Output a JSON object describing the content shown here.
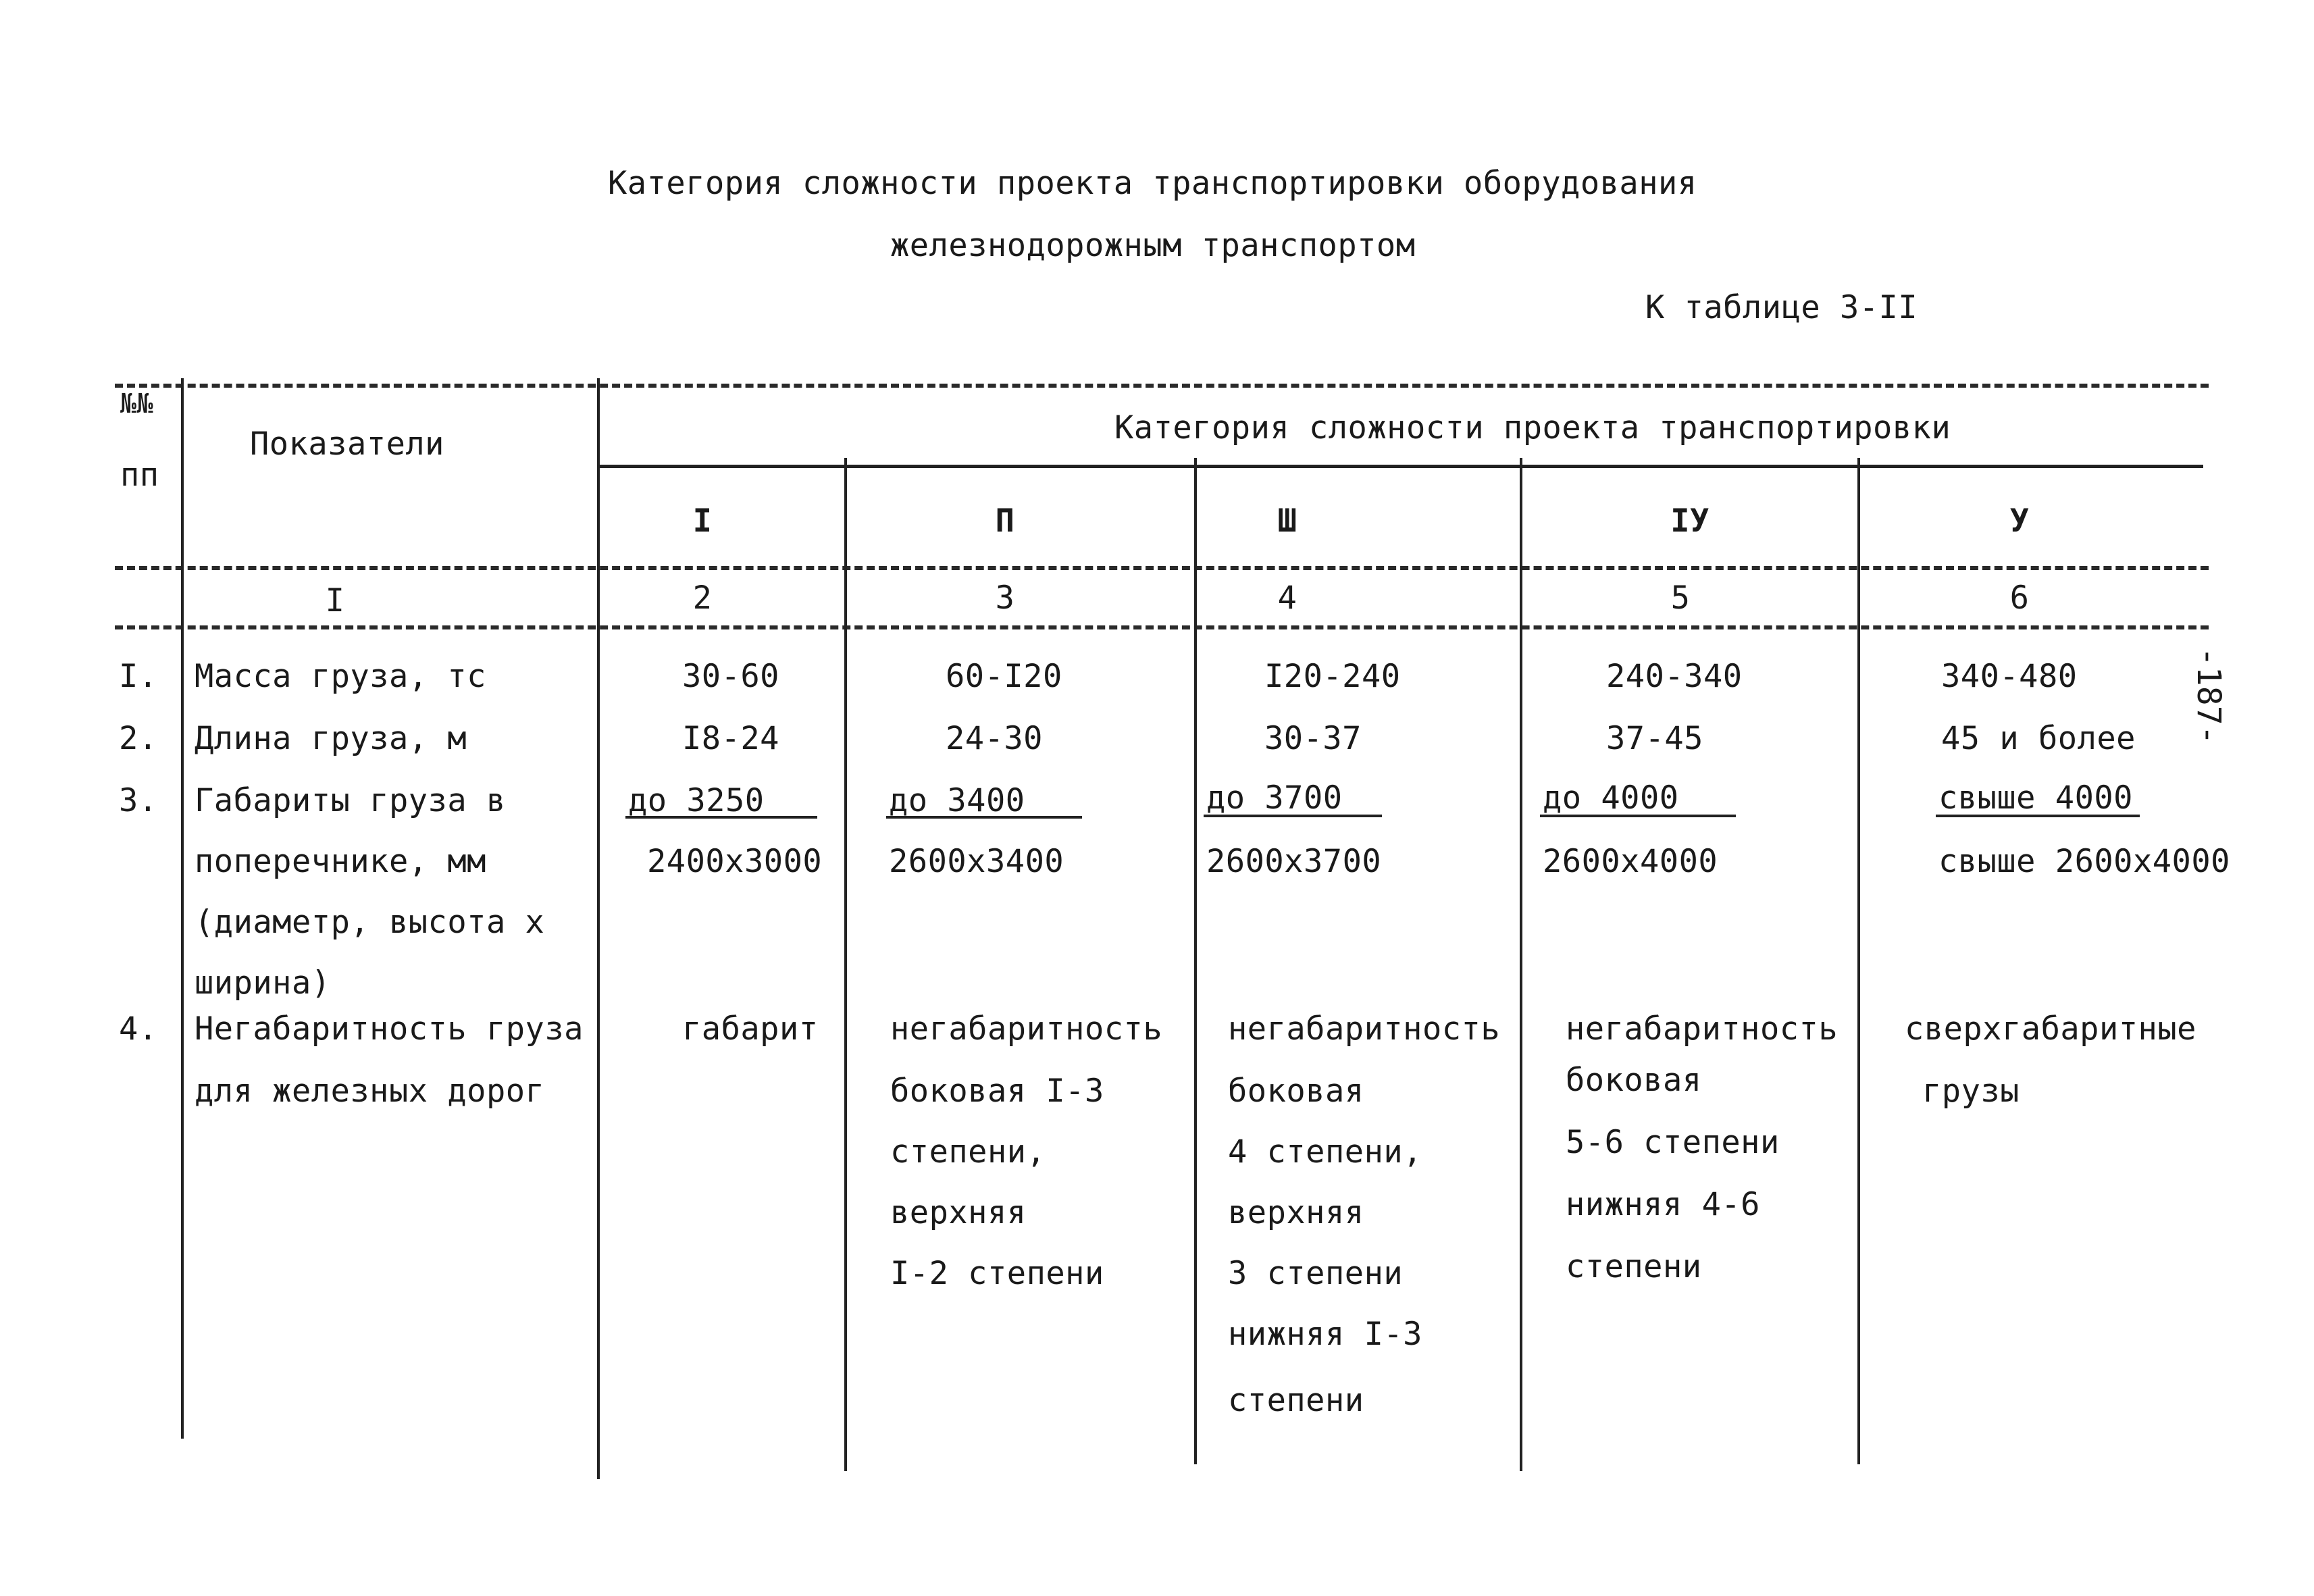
{
  "title_line1": "Категория сложности проекта транспортировки оборудования",
  "title_line2": "железнодорожным транспортом",
  "table_ref": "К таблице 3-II",
  "page_number": "-187-",
  "header": {
    "num_line1": "№№",
    "num_line2": "пп",
    "indicators": "Показатели",
    "category_group": "Категория сложности проекта транспортировки",
    "categories": [
      "I",
      "П",
      "Ш",
      "IУ",
      "У"
    ],
    "col_numbers": [
      "I",
      "2",
      "3",
      "4",
      "5",
      "6"
    ]
  },
  "rows": [
    {
      "num": "I.",
      "label": [
        "Масса груза, тс"
      ],
      "values": [
        [
          "30-60"
        ],
        [
          "60-I20"
        ],
        [
          "I20-240"
        ],
        [
          "240-340"
        ],
        [
          "340-480"
        ]
      ]
    },
    {
      "num": "2.",
      "label": [
        "Длина груза, м"
      ],
      "values": [
        [
          "I8-24"
        ],
        [
          "24-30"
        ],
        [
          "30-37"
        ],
        [
          "37-45"
        ],
        [
          "45 и более"
        ]
      ]
    },
    {
      "num": "3.",
      "label": [
        "Габариты груза в",
        "поперечнике, мм",
        "(диаметр, высота х",
        "ширина)"
      ],
      "values": [
        [
          "до 3250",
          "2400x3000"
        ],
        [
          "до 3400",
          "2600x3400"
        ],
        [
          "до 3700",
          "2600x3700"
        ],
        [
          "до 4000",
          "2600x4000"
        ],
        [
          "свыше 4000",
          "свыше 2600x4000"
        ]
      ]
    },
    {
      "num": "4.",
      "label": [
        "Негабаритность груза",
        "для железных дорог"
      ],
      "values": [
        [
          "габарит"
        ],
        [
          "негабаритность",
          "боковая I-3",
          "степени,",
          "верхняя",
          "I-2 степени"
        ],
        [
          "негабаритность",
          "боковая",
          "4 степени,",
          "верхняя",
          "3 степени",
          "нижняя I-3",
          "степени"
        ],
        [
          "негабаритность",
          "боковая",
          "5-6 степени",
          "нижняя 4-6",
          "степени"
        ],
        [
          "сверхгабаритные",
          "грузы"
        ]
      ]
    }
  ]
}
